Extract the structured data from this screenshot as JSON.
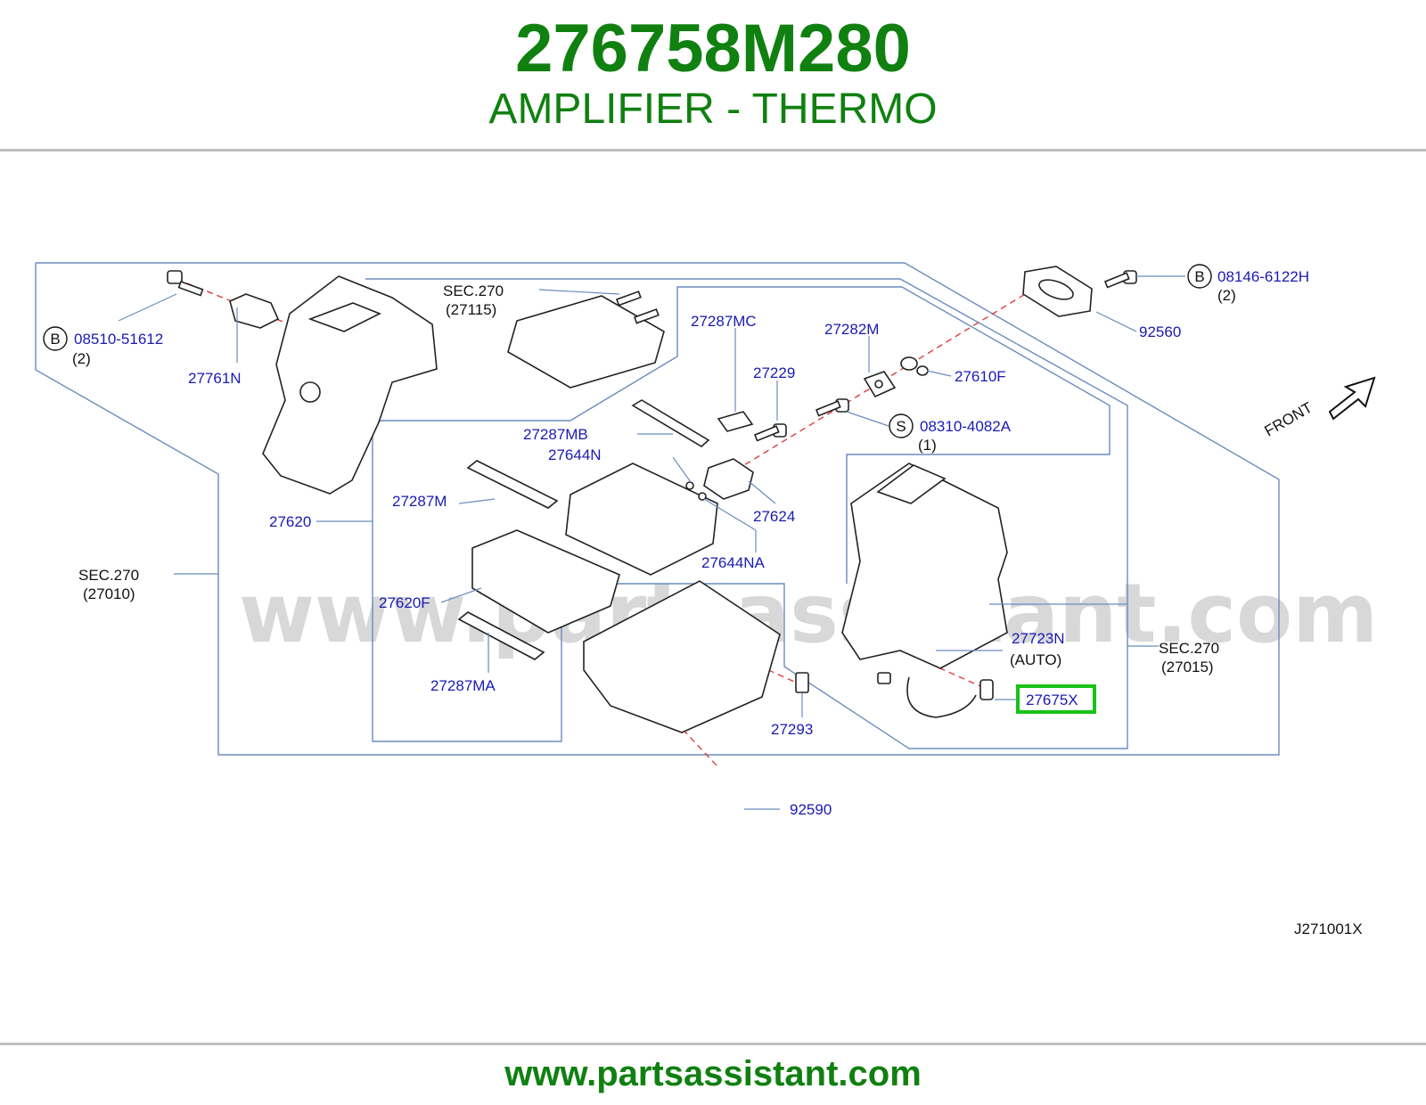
{
  "header": {
    "part_number": "276758M280",
    "part_name": "AMPLIFIER - THERMO"
  },
  "footer": {
    "url": "www.partsassistant.com"
  },
  "diagram": {
    "watermark": "www.partsassistant.com",
    "diagram_code": "J271001X",
    "front_label": "FRONT",
    "highlight_color": "#19c219",
    "title_color": "#108010",
    "callout_color": "#1a1ab4",
    "labels": {
      "sec_27115_a": "SEC.270",
      "sec_27115_b": "(27115)",
      "sec_27010_a": "SEC.270",
      "sec_27010_b": "(27010)",
      "sec_27015_a": "SEC.270",
      "sec_27015_b": "(27015)",
      "b_08510": "08510-51612",
      "b_08510_qty": "(2)",
      "b_08146": "08146-6122H",
      "b_08146_qty": "(2)",
      "s_08310": "08310-4082A",
      "s_08310_qty": "(1)",
      "p27761n": "27761N",
      "p27620": "27620",
      "p27287mc": "27287MC",
      "p27282m": "27282M",
      "p27229": "27229",
      "p27610f": "27610F",
      "p92560": "92560",
      "p27287mb": "27287MB",
      "p27644n": "27644N",
      "p27287m": "27287M",
      "p27624": "27624",
      "p27644na": "27644NA",
      "p27620f": "27620F",
      "p27287ma": "27287MA",
      "p27293": "27293",
      "p27723n": "27723N",
      "p27723n_note": "(AUTO)",
      "p27675x": "27675X",
      "p92590": "92590",
      "circle_b1": "B",
      "circle_b2": "B",
      "circle_s": "S"
    }
  }
}
